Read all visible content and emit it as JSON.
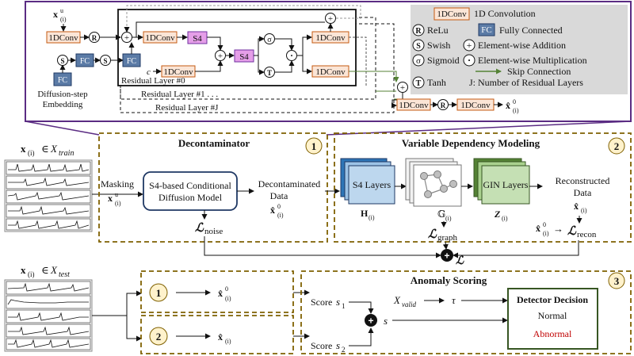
{
  "legend": {
    "conv": {
      "abbr": "1DConv",
      "desc": "1D Convolution"
    },
    "relu": {
      "sym": "R",
      "desc": "ReLu"
    },
    "fc": {
      "abbr": "FC",
      "desc": "Fully Connected"
    },
    "swish": {
      "sym": "S",
      "desc": "Swish"
    },
    "add": {
      "sym": "+",
      "desc": "Element-wise Addition"
    },
    "sigmoid": {
      "sym": "σ",
      "desc": "Sigmoid"
    },
    "mul": {
      "sym": "·",
      "desc": "Element-wise Multiplication"
    },
    "skip": {
      "desc": "Skip Connection"
    },
    "tanh": {
      "sym": "T",
      "desc": "Tanh"
    },
    "j": {
      "desc": "J:  Number of Residual Layers"
    }
  },
  "detail": {
    "input_x": "x",
    "input_sup": "u",
    "input_sub": "(i)",
    "conv": "1DConv",
    "fc": "FC",
    "s4": "S4",
    "c": "c",
    "emb_1": "Diffusion-step",
    "emb_2": "Embedding",
    "res0": "Residual Layer #0",
    "res1": "Residual Layer #1 . . .",
    "resJ": "Residual Layer #J",
    "out_x": "x̂",
    "out_sup": "0",
    "out_sub": "(i)"
  },
  "train": {
    "label_x": "x",
    "label_sub": "(i)",
    "label_in": "∈",
    "label_set": "X",
    "label_set_sub": "train"
  },
  "decon": {
    "badge": "1",
    "title": "Decontaminator",
    "masking": "Masking",
    "mask_x": "x",
    "mask_sup": "u",
    "mask_sub": "(i)",
    "model_1": "S4-based Conditional",
    "model_2": "Diffusion Model",
    "out_1": "Decontaminated",
    "out_2": "Data",
    "out_x": "x̂",
    "out_sup": "0",
    "out_sub": "(i)",
    "loss": "ℒ",
    "loss_sub": "noise"
  },
  "vdm": {
    "badge": "2",
    "title": "Variable Dependency Modeling",
    "s4": "S4 Layers",
    "h": "H",
    "h_sub": "(i)",
    "g": "𝔾",
    "g_sub": "(i)",
    "gin": "GIN Layers",
    "z": "Z",
    "z_sub": "(i)",
    "recon_1": "Reconstructed",
    "recon_2": "Data",
    "xhat": "x̂",
    "xhat_sub": "(i)",
    "xhat0": "x̂",
    "xhat0_sup": "0",
    "xhat0_sub": "(i)",
    "arrow": "→",
    "loss": "ℒ",
    "lg_sub": "graph",
    "lr_sub": "recon"
  },
  "total_loss": "ℒ",
  "test": {
    "label_x": "x",
    "label_sub": "(i)",
    "label_in": "∈",
    "label_set": "X",
    "label_set_sub": "test",
    "b1": "1",
    "b1_out": "x̂",
    "b1_sup": "0",
    "b1_sub": "(i)",
    "b2": "2",
    "b2_out": "x̂",
    "b2_sub": "(i)"
  },
  "scoring": {
    "badge": "3",
    "title": "Anomaly Scoring",
    "score1": "Score",
    "s1": "s",
    "s1_sub": "1",
    "score2": "Score",
    "s2": "s",
    "s2_sub": "2",
    "s": "s",
    "xvalid": "X",
    "xvalid_sub": "valid",
    "tau": "τ",
    "decision": "Detector Decision",
    "normal": "Normal",
    "abnormal": "Abnormal",
    "abnormal_color": "#c00000"
  },
  "colors": {
    "frame": "#5b2c83",
    "dash": "#7f6000",
    "badge_fill": "#fff2cc",
    "badge_stroke": "#7f6000",
    "conv_fill": "#fbe5d6",
    "conv_stroke": "#c55a11",
    "fc_fill": "#5b7ba6",
    "s4_fill": "#e59ee8",
    "legend_bg": "#d9d9d9",
    "s4_stack": "#bdd7ee",
    "gin_stack": "#c5e0b4",
    "gin_stroke": "#548235",
    "skip": "#548235",
    "model_stroke": "#1f3864"
  }
}
